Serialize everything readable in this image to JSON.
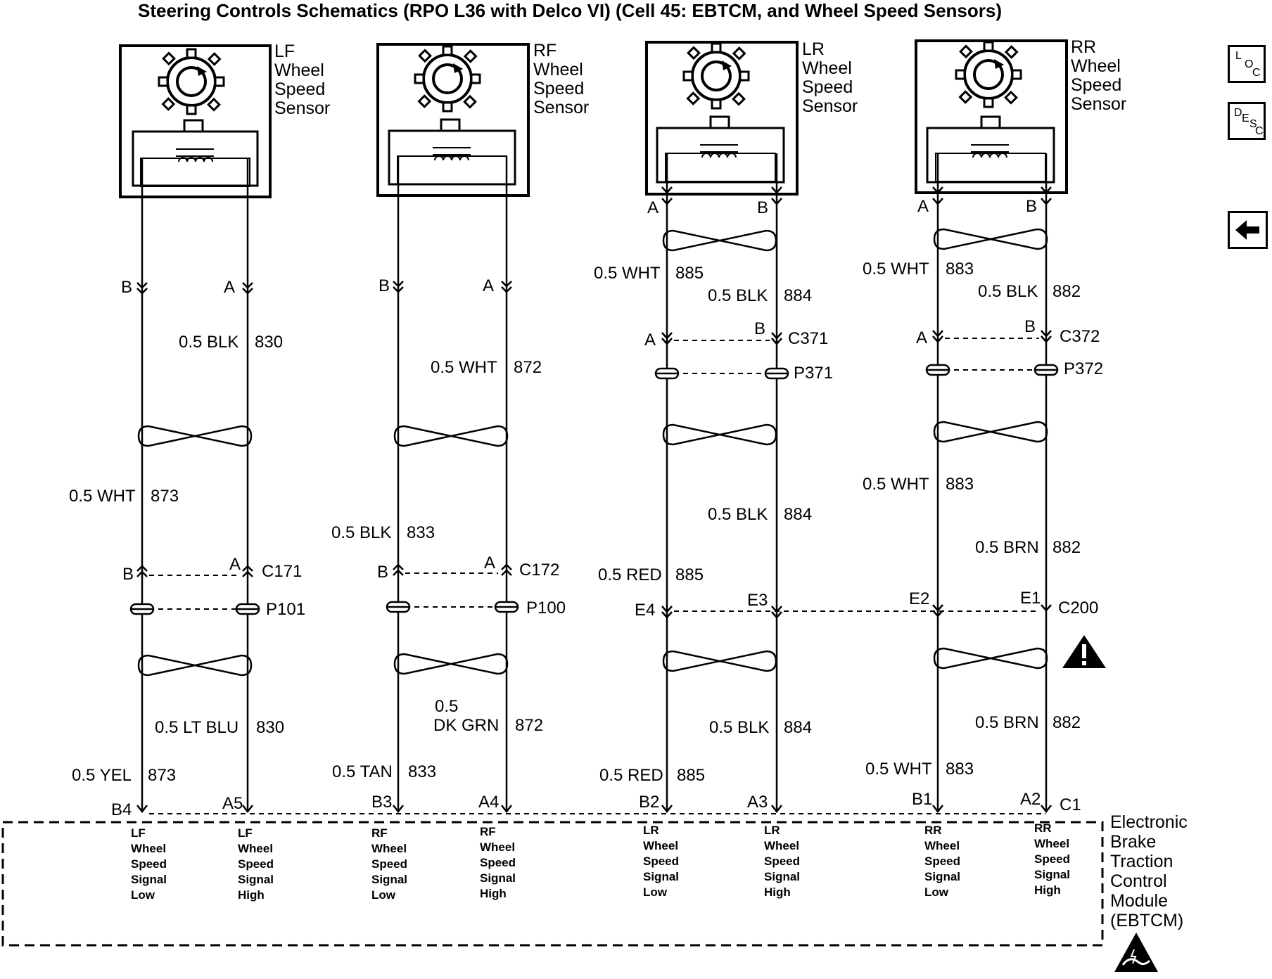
{
  "title": "Steering Controls Schematics (RPO L36 with Delco VI) (Cell 45: EBTCM, and Wheel Speed Sensors)",
  "nav": {
    "loc": [
      "L",
      "O",
      "C"
    ],
    "desc": [
      "D",
      "E",
      "S",
      "C"
    ],
    "back_icon": "left-arrow-icon"
  },
  "sensors": [
    {
      "id": "lf",
      "lines": [
        "LF",
        "Wheel",
        "Speed",
        "Sensor"
      ]
    },
    {
      "id": "rf",
      "lines": [
        "RF",
        "Wheel",
        "Speed",
        "Sensor"
      ]
    },
    {
      "id": "lr",
      "lines": [
        "LR",
        "Wheel",
        "Speed",
        "Sensor"
      ]
    },
    {
      "id": "rr",
      "lines": [
        "RR",
        "Wheel",
        "Speed",
        "Sensor"
      ]
    }
  ],
  "pins": {
    "lf_top_left": "B",
    "lf_top_right": "A",
    "rf_top_left": "B",
    "rf_top_right": "A",
    "lr_top_left": "A",
    "lr_top_right": "B",
    "rr_top_left": "A",
    "rr_top_right": "B",
    "lr_c_left": "A",
    "lr_c_right": "B",
    "rr_c_left": "A",
    "rr_c_right": "B",
    "lf_c_left": "B",
    "lf_c_right": "A",
    "rf_c_left": "B",
    "rf_c_right": "A",
    "c200_1": "E4",
    "c200_2": "E3",
    "c200_3": "E2",
    "c200_4": "E1",
    "m1": "B4",
    "m2": "A5",
    "m3": "B3",
    "m4": "A4",
    "m5": "B2",
    "m6": "A3",
    "m7": "B1",
    "m8": "A2"
  },
  "connectors": {
    "c371": "C371",
    "p371": "P371",
    "c372": "C372",
    "p372": "P372",
    "c171": "C171",
    "p101": "P101",
    "c172": "C172",
    "p100": "P100",
    "c200": "C200",
    "c1": "C1"
  },
  "wires": {
    "lf_r1": [
      "0.5 BLK",
      "830"
    ],
    "lf_l1": [
      "0.5 WHT",
      "873"
    ],
    "lf_r2": [
      "0.5 LT BLU",
      "830"
    ],
    "lf_l2": [
      "0.5 YEL",
      "873"
    ],
    "rf_r1": [
      "0.5 WHT",
      "872"
    ],
    "rf_l1": [
      "0.5 BLK",
      "833"
    ],
    "rf_r2": [
      "0.5",
      "DK GRN",
      "872"
    ],
    "rf_l2": [
      "0.5 TAN",
      "833"
    ],
    "lr_l1": [
      "0.5 WHT",
      "885"
    ],
    "lr_r1": [
      "0.5 BLK",
      "884"
    ],
    "lr_r2": [
      "0.5 BLK",
      "884"
    ],
    "lr_l2": [
      "0.5 RED",
      "885"
    ],
    "lr_r3": [
      "0.5 BLK",
      "884"
    ],
    "lr_l3": [
      "0.5 RED",
      "885"
    ],
    "rr_l1": [
      "0.5 WHT",
      "883"
    ],
    "rr_r1": [
      "0.5 BLK",
      "882"
    ],
    "rr_l2": [
      "0.5 WHT",
      "883"
    ],
    "rr_r2": [
      "0.5 BRN",
      "882"
    ],
    "rr_r3": [
      "0.5 BRN",
      "882"
    ],
    "rr_l3": [
      "0.5 WHT",
      "883"
    ]
  },
  "module_pins": [
    [
      "LF",
      "Wheel",
      "Speed",
      "Signal",
      "Low"
    ],
    [
      "LF",
      "Wheel",
      "Speed",
      "Signal",
      "High"
    ],
    [
      "RF",
      "Wheel",
      "Speed",
      "Signal",
      "Low"
    ],
    [
      "RF",
      "Wheel",
      "Speed",
      "Signal",
      "High"
    ],
    [
      "LR",
      "Wheel",
      "Speed",
      "Signal",
      "Low"
    ],
    [
      "LR",
      "Wheel",
      "Speed",
      "Signal",
      "High"
    ],
    [
      "RR",
      "Wheel",
      "Speed",
      "Signal",
      "Low"
    ],
    [
      "RR",
      "Wheel",
      "Speed",
      "Signal",
      "High"
    ]
  ],
  "module": [
    "Electronic",
    "Brake",
    "Traction",
    "Control",
    "Module",
    "(EBTCM)"
  ],
  "icons": {
    "warning": "warning-icon",
    "esd": "esd-sensitive-icon",
    "sensor": "tone-wheel-icon"
  }
}
